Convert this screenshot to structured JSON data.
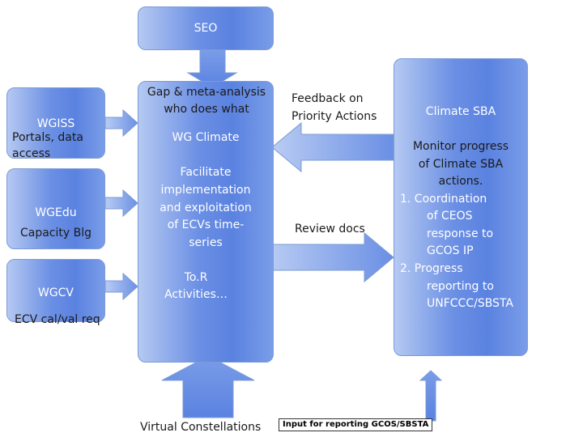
{
  "diagram": {
    "seo": "SEO",
    "left_boxes": {
      "wgiss_title": "WGISS",
      "wgiss_sub": [
        "Portals, data",
        "access"
      ],
      "wgedu_title": "WGEdu",
      "wgedu_sub": "Capacity Blg",
      "wgcv_title": "WGCV",
      "wgcv_sub": "ECV cal/val req"
    },
    "center": {
      "gap": [
        "Gap & meta-analysis",
        "who does what"
      ],
      "wg_climate": "WG Climate",
      "facilitate": [
        "Facilitate",
        "implementation",
        "and exploitation",
        "of ECVs time-",
        "series"
      ],
      "tor": [
        "To.R",
        "Activities…"
      ]
    },
    "middle_labels": {
      "feedback": [
        "Feedback on",
        "Priority Actions"
      ],
      "review": "Review docs"
    },
    "climate_sba": {
      "title": "Climate SBA",
      "monitor": [
        "Monitor progress",
        "of Climate SBA",
        "actions."
      ],
      "item1": [
        "1.  Coordination",
        "of CEOS",
        "response to",
        "GCOS IP"
      ],
      "item2": [
        "2.  Progress",
        "reporting to",
        "UNFCCC/SBSTA"
      ]
    },
    "bottom": {
      "virtual": "Virtual Constellations",
      "input_tag": "Input for reporting GCOS/SBSTA"
    }
  }
}
